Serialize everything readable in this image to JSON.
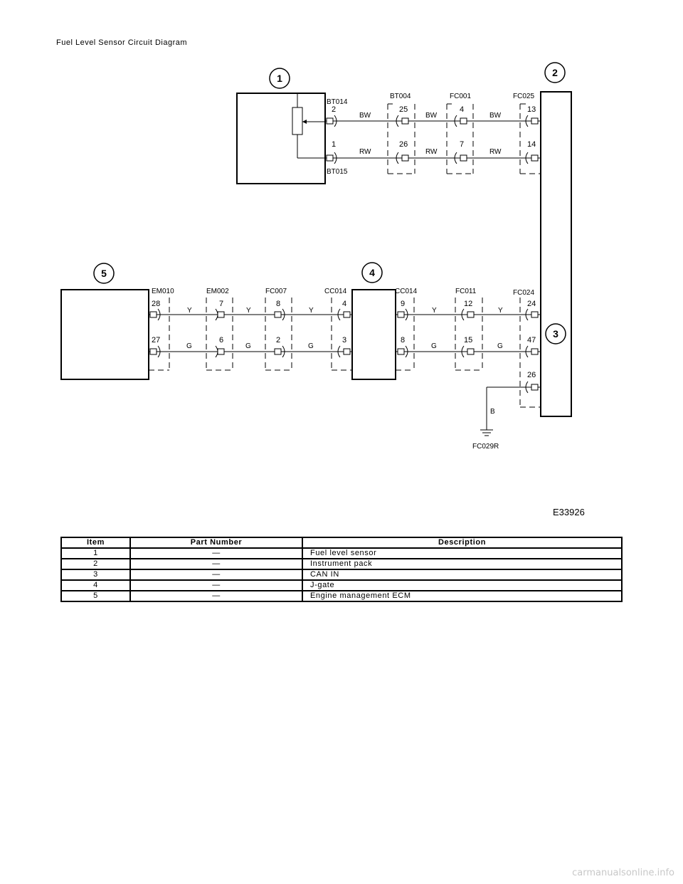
{
  "title": "Fuel Level Sensor Circuit Diagram",
  "figure_id": "E33926",
  "callouts": [
    "1",
    "2",
    "3",
    "4",
    "5"
  ],
  "top_circuit": {
    "connectors": [
      "BT014",
      "BT004",
      "FC001",
      "FC025"
    ],
    "bottom_connector": "BT015",
    "row1_pins": [
      "2",
      "25",
      "4",
      "13"
    ],
    "row1_wires": [
      "BW",
      "BW",
      "BW"
    ],
    "row2_pins": [
      "1",
      "26",
      "7",
      "14"
    ],
    "row2_wires": [
      "RW",
      "RW",
      "RW"
    ]
  },
  "bottom_circuit": {
    "connectors": [
      "EM010",
      "EM002",
      "FC007",
      "CC014",
      "CC014",
      "FC011",
      "FC024"
    ],
    "row1_pins": [
      "28",
      "7",
      "8",
      "4",
      "9",
      "12",
      "24"
    ],
    "row1_wires": [
      "Y",
      "Y",
      "Y",
      "Y",
      "Y"
    ],
    "row2_pins": [
      "27",
      "6",
      "2",
      "3",
      "8",
      "15",
      "47"
    ],
    "row2_wires": [
      "G",
      "G",
      "G",
      "G",
      "G"
    ],
    "ground_pin": "26",
    "ground_wire": "B",
    "ground_label": "FC029R"
  },
  "table": {
    "headers": [
      "Item",
      "Part Number",
      "Description"
    ],
    "rows": [
      {
        "item": "1",
        "part": "—",
        "desc": "Fuel level sensor"
      },
      {
        "item": "2",
        "part": "—",
        "desc": "Instrument pack"
      },
      {
        "item": "3",
        "part": "—",
        "desc": "CAN IN"
      },
      {
        "item": "4",
        "part": "—",
        "desc": "J-gate"
      },
      {
        "item": "5",
        "part": "—",
        "desc": "Engine management ECM"
      }
    ]
  },
  "watermark": "carmanualsonline.info"
}
